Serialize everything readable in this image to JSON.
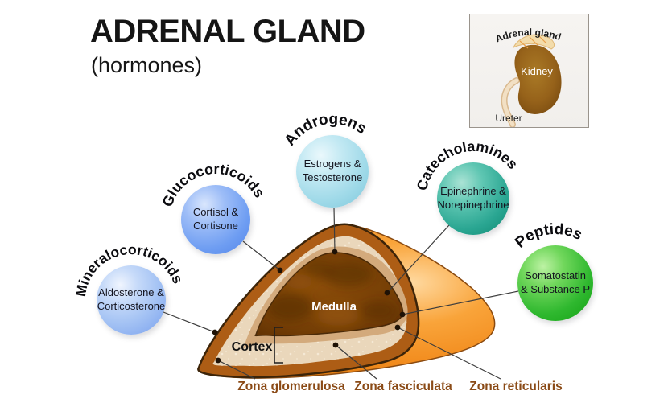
{
  "title": "ADRENAL GLAND",
  "subtitle": "(hormones)",
  "inset": {
    "adrenal_gland_label": "Adrenal gland",
    "kidney_label": "Kidney",
    "ureter_label": "Ureter"
  },
  "hormones": [
    {
      "category": "Mineralocorticoids",
      "line1": "Aldosterone &",
      "line2": "Corticosterone"
    },
    {
      "category": "Glucocorticoids",
      "line1": "Cortisol &",
      "line2": "Cortisone"
    },
    {
      "category": "Androgens",
      "line1": "Estrogens &",
      "line2": "Testosterone"
    },
    {
      "category": "Catecholamines",
      "line1": "Epinephrine &",
      "line2": "Norepinephrine"
    },
    {
      "category": "Peptides",
      "line1": "Somatostatin",
      "line2": "& Substance P"
    }
  ],
  "gland": {
    "medulla_label": "Medulla",
    "cortex_label": "Cortex",
    "zona_labels": [
      "Zona glomerulosa",
      "Zona fasciculata",
      "Zona reticularis"
    ]
  },
  "colors": {
    "sphere_light_blue": "#a6c4f4",
    "sphere_blue": "#6e9df2",
    "sphere_cyan": "#9ed9e8",
    "sphere_teal": "#2aa692",
    "sphere_green": "#2fb82f",
    "capsule_brown": "#ad5d15",
    "cortex_tan": "#ead7bb",
    "reticularis_tan": "#d3aa7c",
    "medulla_brown": "#7c4306",
    "surface_orange": "#f89b2d",
    "zona_text_brown": "#8a4a16"
  }
}
